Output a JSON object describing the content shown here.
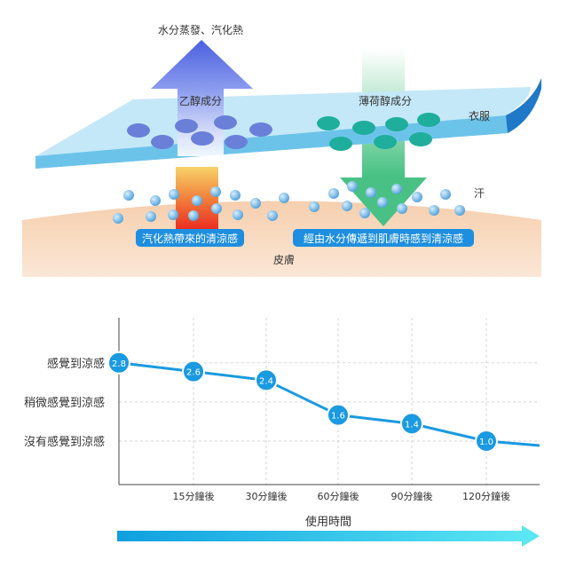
{
  "diagram": {
    "evaporation_label": "水分蒸發、汽化熱",
    "ethanol_label": "乙醇成分",
    "menthol_label": "薄荷醇成分",
    "clothes_label": "衣服",
    "sweat_label": "汗",
    "skin_label": "皮膚",
    "left_pill": "汽化熱帶來的清涼感",
    "right_pill": "經由水分傳遞到肌膚時感到清涼感",
    "colors": {
      "ethanol_dot": "#6a7fd8",
      "menthol_dot": "#1fae9c",
      "sweat_dot": "#5aa9de",
      "pill": "#1e8fe0",
      "skin": "#f8d9bd",
      "cloth": "#bfe6f6"
    }
  },
  "chart_data": {
    "type": "line",
    "categories": [
      "",
      "15分鐘後",
      "30分鐘後",
      "60分鐘後",
      "90分鐘後",
      "120分鐘後"
    ],
    "values": [
      2.8,
      2.6,
      2.4,
      1.6,
      1.4,
      1.0
    ],
    "data_labels": [
      "2.8",
      "2.6",
      "2.4",
      "1.6",
      "1.4",
      "1.0"
    ],
    "y_labels": [
      {
        "value": 2.8,
        "text": "感覺到涼感"
      },
      {
        "value": 1.9,
        "text": "稍微感覺到涼感"
      },
      {
        "value": 1.0,
        "text": "沒有感覺到涼感"
      }
    ],
    "ylim": [
      0,
      3.5
    ],
    "xlabel": "使用時間",
    "line_color": "#1a9ae0",
    "grid": true
  }
}
